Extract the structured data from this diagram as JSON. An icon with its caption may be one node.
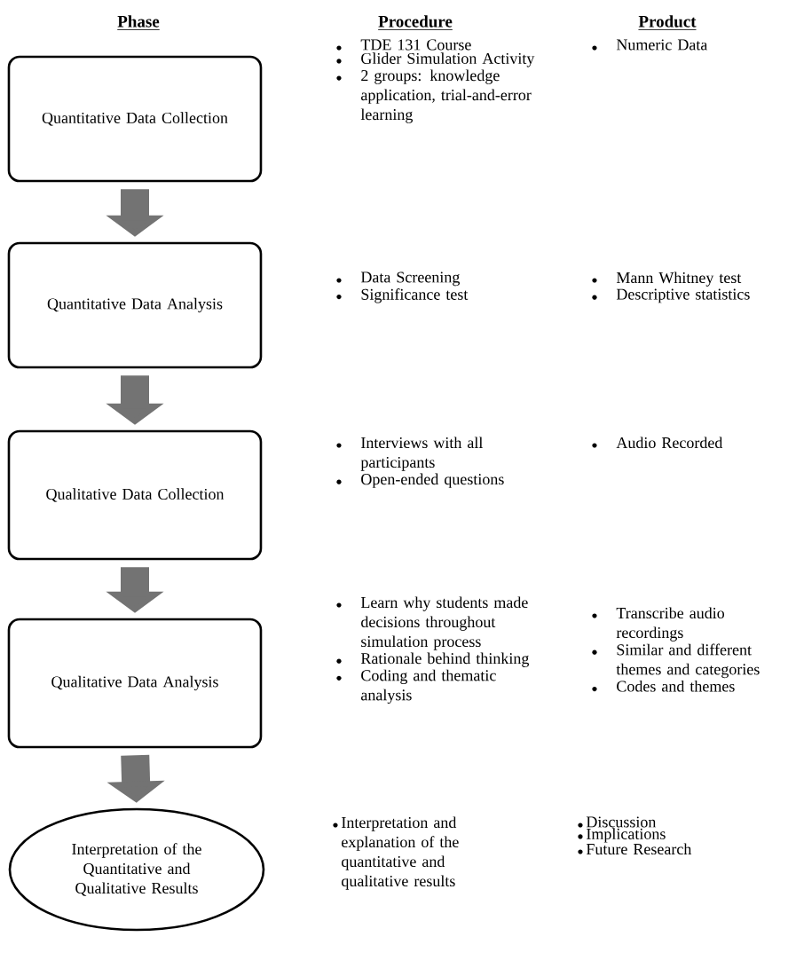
{
  "diagram": {
    "nodes": [
      {
        "text": [
          "Quantitative Data Collection"
        ]
      },
      {
        "text": [
          "Quantitative Data Analysis"
        ]
      },
      {
        "text": [
          "Qualitative Data Collection"
        ]
      },
      {
        "text": [
          "Qualitative Data Analysis"
        ]
      },
      {
        "text": [
          "Interpretation of the Quantitative and Qualitative Results"
        ]
      }
    ],
    "edges": [
      {
        "from": 0,
        "to": 1,
        "arrow": "to"
      },
      {
        "from": 1,
        "to": 2,
        "arrow": "to"
      },
      {
        "from": 2,
        "to": 3,
        "arrow": "to"
      },
      {
        "from": 3,
        "to": 4,
        "arrow": "to"
      }
    ],
    "labels": [
      "Phase",
      "Procedure",
      "Product",
      "TDE 131 Course",
      "Glider Simulation Activity",
      "2 groups: knowledge application, trial-and-error learning",
      "Numeric Data",
      "Data Screening",
      "Significance test",
      "Mann Whitney test",
      "Descriptive statistics",
      "Interviews with all participants",
      "Open-ended questions",
      "Audio Recorded",
      "Learn why students made decisions throughout simulation process",
      "Rationale behind thinking",
      "Coding and thematic analysis",
      "Transcribe audio recordings",
      "Similar and different themes and categories",
      "Codes and themes",
      "Interpretation and explanation of the quantitative and qualitative results",
      "Discussion",
      "Implications",
      "Future Research"
    ]
  }
}
